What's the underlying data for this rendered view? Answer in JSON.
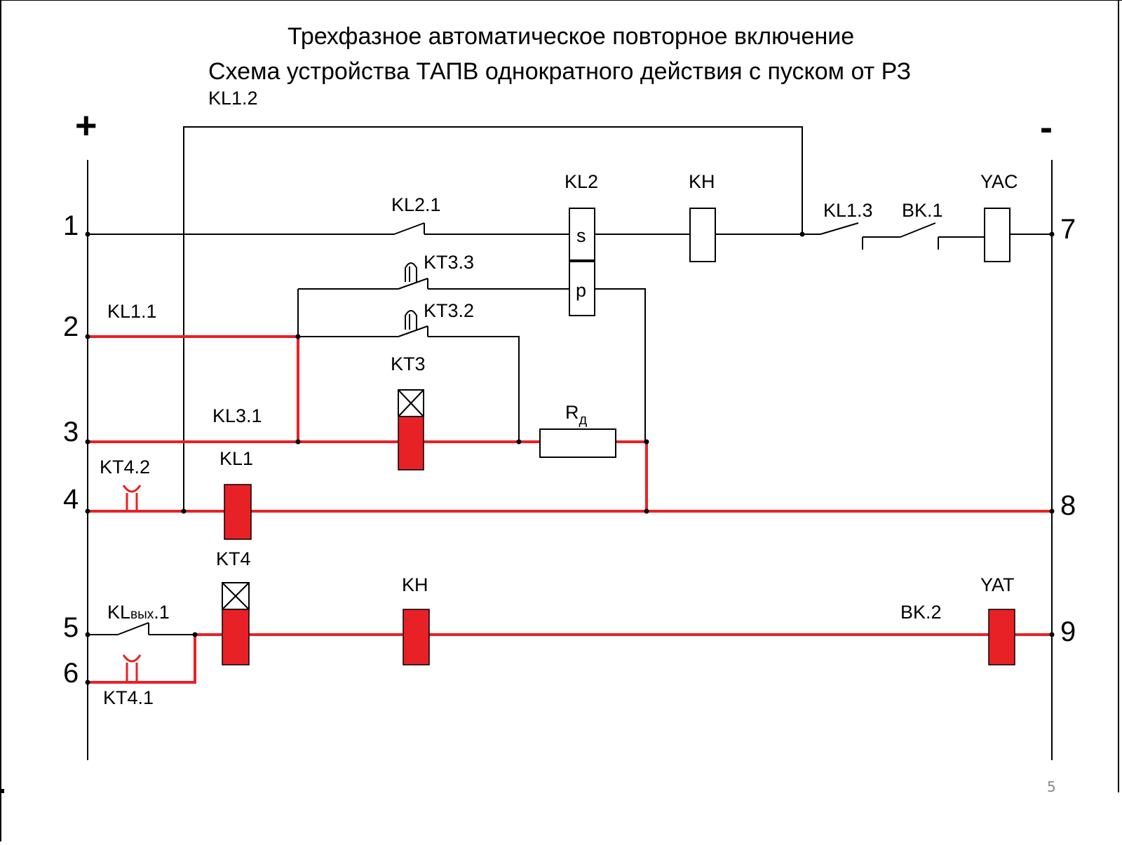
{
  "page": {
    "title_line1": "Трехфазное автоматическое повторное включение",
    "title_line2": "Схема устройства ТАПВ однократного действия с пуском от РЗ",
    "page_number": "5"
  },
  "colors": {
    "active": "#e82127",
    "wire": "#000000",
    "background": "#ffffff"
  },
  "rails": {
    "plus": "+",
    "minus": "-"
  },
  "nodes": {
    "n1": "1",
    "n2": "2",
    "n3": "3",
    "n4": "4",
    "n5": "5",
    "n6": "6",
    "n7": "7",
    "n8": "8",
    "n9": "9"
  },
  "labels": {
    "kl1_2": "KL1.2",
    "kl2": "KL2",
    "kh_top": "KH",
    "yac": "YAC",
    "kl2_1": "KL2.1",
    "kl1_3": "KL1.3",
    "bk1": "BK.1",
    "kt3_3": "KT3.3",
    "kt3_2": "KT3.2",
    "kl1_1": "KL1.1",
    "kt3": "KT3",
    "kl3_1": "KL3.1",
    "rd_main": "R",
    "rd_sub": "д",
    "kt4_2": "KT4.2",
    "kl1": "KL1",
    "kt4": "KT4",
    "kh_bottom": "KH",
    "yat": "YAT",
    "klvyh_main": "KL",
    "klvyh_sub": "вых",
    "klvyh_suffix": ".1",
    "bk2": "BK.2",
    "kt4_1": "KT4.1",
    "winding_s": "s",
    "winding_p": "p"
  }
}
